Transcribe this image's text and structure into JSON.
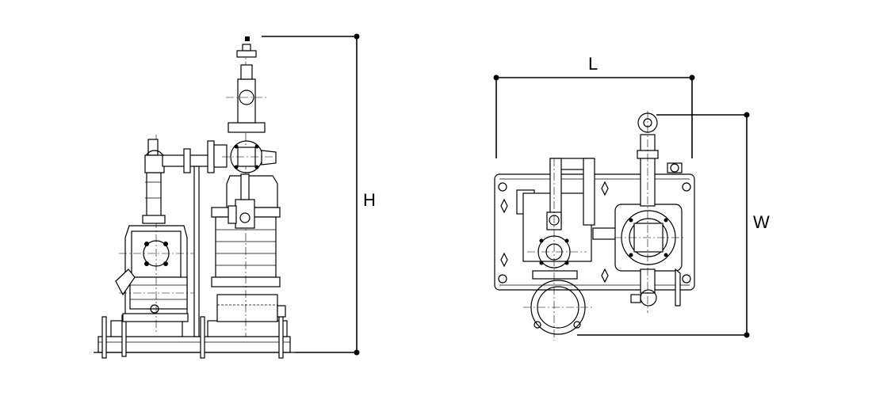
{
  "dimensions": {
    "height_label": "H",
    "length_label": "L",
    "width_label": "W"
  },
  "views": {
    "front": {
      "icon": "pump-unit-front-elevation"
    },
    "top": {
      "icon": "pump-unit-plan-view"
    }
  }
}
